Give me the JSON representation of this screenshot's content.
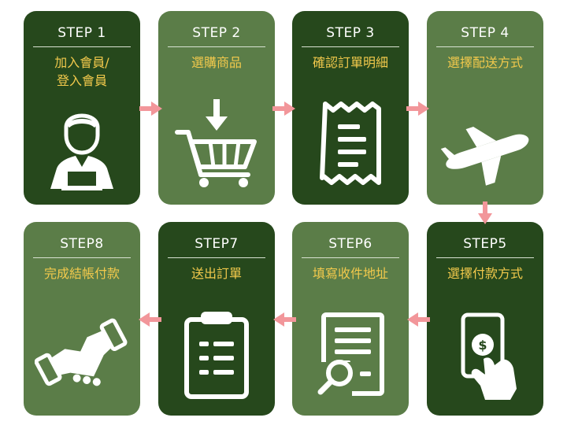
{
  "steps": [
    {
      "label": "STEP 1",
      "title_line1": "加入會員/",
      "title_line2": "登入會員",
      "icon": "member-at-laptop-icon"
    },
    {
      "label": "STEP 2",
      "title_line1": "選購商品",
      "title_line2": "",
      "icon": "shopping-cart-icon"
    },
    {
      "label": "STEP 3",
      "title_line1": "確認訂單明細",
      "title_line2": "",
      "icon": "receipt-icon"
    },
    {
      "label": "STEP 4",
      "title_line1": "選擇配送方式",
      "title_line2": "",
      "icon": "airplane-icon"
    },
    {
      "label": "STEP5",
      "title_line1": "選擇付款方式",
      "title_line2": "",
      "icon": "phone-payment-icon"
    },
    {
      "label": "STEP6",
      "title_line1": "填寫收件地址",
      "title_line2": "",
      "icon": "document-search-icon"
    },
    {
      "label": "STEP7",
      "title_line1": "送出訂單",
      "title_line2": "",
      "icon": "clipboard-icon"
    },
    {
      "label": "STEP8",
      "title_line1": "完成結帳付款",
      "title_line2": "",
      "icon": "handshake-icon"
    }
  ],
  "colors": {
    "dark": "#26481c",
    "light": "#5b7d48",
    "title": "#f2c94c",
    "arrow": "#f2969a"
  }
}
